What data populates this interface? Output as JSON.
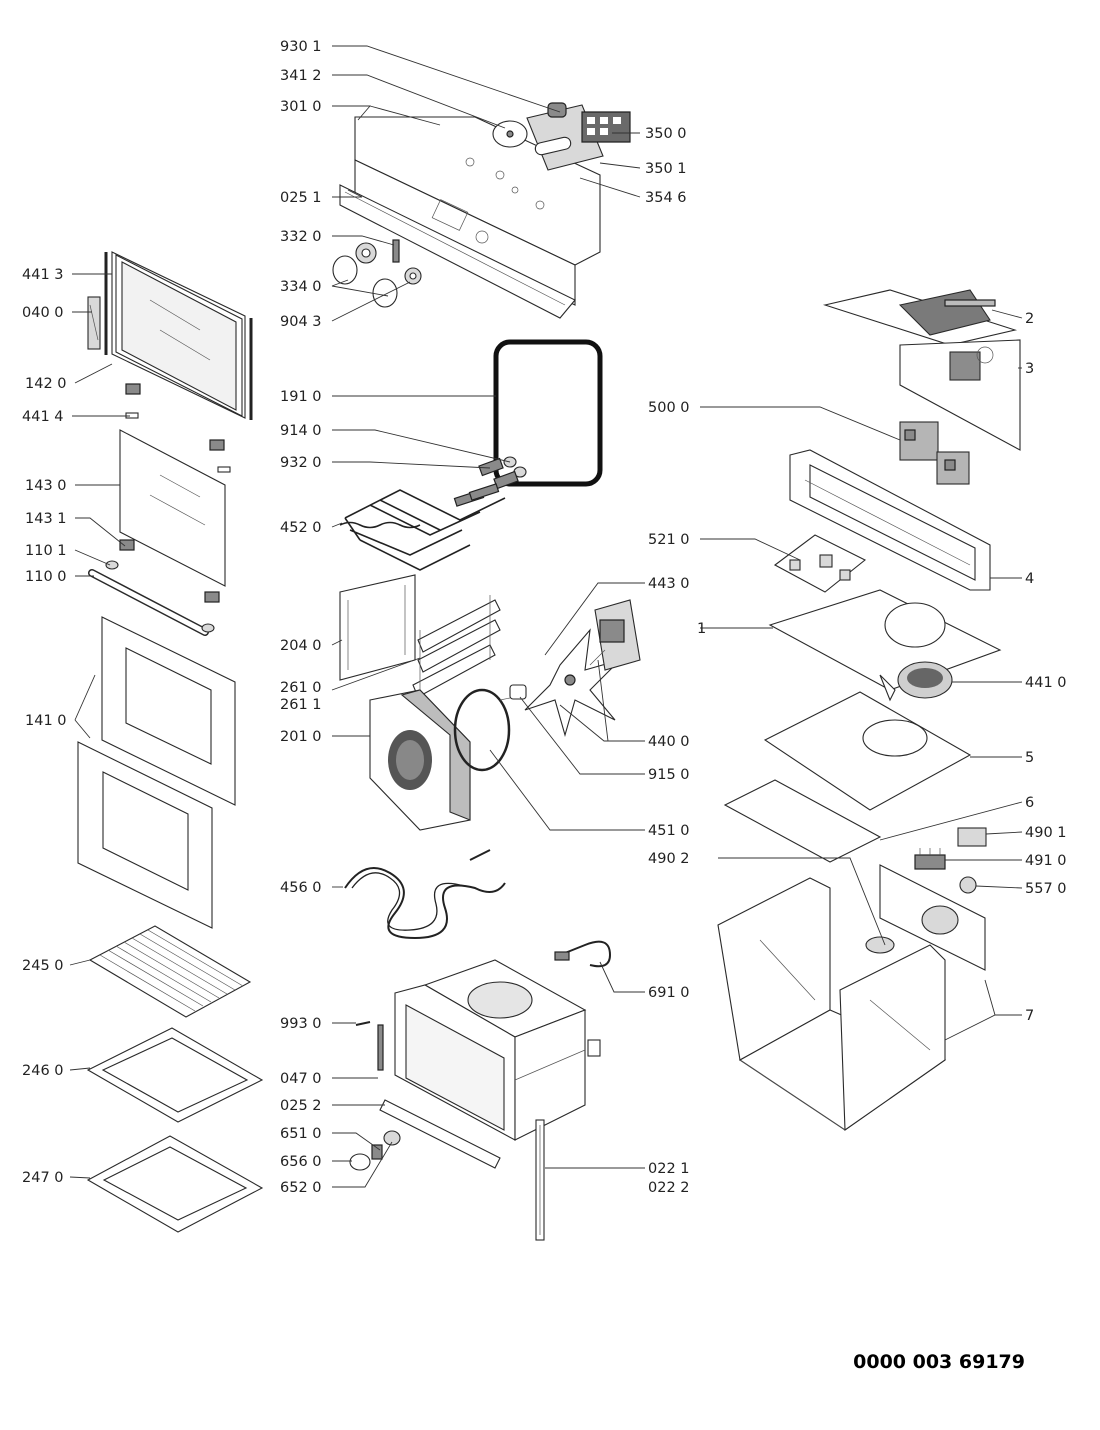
{
  "labels": {
    "l9301": "930 1",
    "l3412": "341 2",
    "l3010": "301 0",
    "l0251": "025 1",
    "l3320": "332 0",
    "l3340": "334 0",
    "l9043": "904 3",
    "l3500": "350 0",
    "l3501": "350 1",
    "l3546": "354 6",
    "l4413": "441 3",
    "l0400": "040 0",
    "l1420": "142 0",
    "l4414": "441 4",
    "l1430": "143 0",
    "l1431": "143 1",
    "l1101": "110 1",
    "l1100": "110 0",
    "l1410": "141 0",
    "l2450": "245 0",
    "l2460": "246 0",
    "l2470": "247 0",
    "l1910": "191 0",
    "l9140": "914 0",
    "l9320": "932 0",
    "l4520": "452 0",
    "l2040": "204 0",
    "l2610": "261 0",
    "l2611": "261 1",
    "l2010": "201 0",
    "l4560": "456 0",
    "l9930": "993 0",
    "l0470": "047 0",
    "l0252": "025 2",
    "l6510": "651 0",
    "l6560": "656 0",
    "l6520": "652 0",
    "l4430": "443 0",
    "l4400": "440 0",
    "l9150": "915 0",
    "l4510": "451 0",
    "l6910": "691 0",
    "l0221": "022 1",
    "l0222": "022 2",
    "l5000": "500 0",
    "l5210": "521 0",
    "l4410": "441 0",
    "l4901": "490 1",
    "l4902": "490 2",
    "l4910": "491 0",
    "l5570": "557 0",
    "n1": "1",
    "n2": "2",
    "n3": "3",
    "n4": "4",
    "n5": "5",
    "n6": "6",
    "n7": "7"
  },
  "drawing_code": "0000 003 69179"
}
